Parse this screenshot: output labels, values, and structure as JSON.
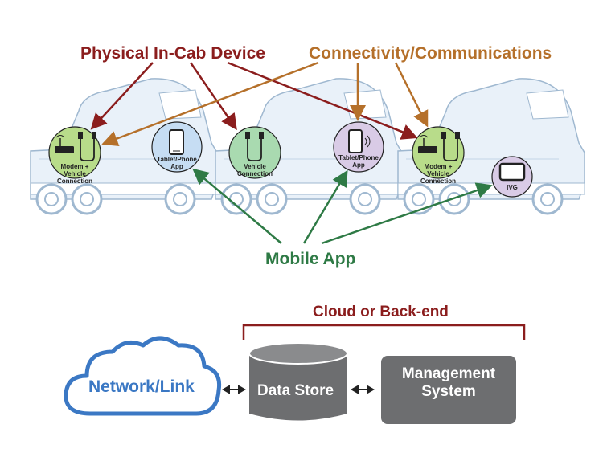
{
  "labels": {
    "physical": "Physical In-Cab Device",
    "connectivity": "Connectivity/Communications",
    "mobile_app": "Mobile App",
    "cloud": "Cloud or Back-end",
    "network": "Network/Link",
    "data_store": "Data Store",
    "management": "Management System"
  },
  "bubbles": {
    "modem_1": "Modem + Vehicle Connection",
    "tablet_1": "Tablet/Phone App",
    "vehicle": "Vehicle Connection",
    "tablet_2": "Tablet/Phone App",
    "modem_2": "Modem + Vehicle Connection",
    "ivg": "IVG"
  },
  "icons": [
    "modem-icon",
    "usb-cable-icon",
    "phone-icon",
    "wireless-phone-icon",
    "tablet-icon",
    "cloud-icon",
    "database-icon",
    "double-arrow-icon"
  ],
  "colors": {
    "physical": "#8b1d1d",
    "connectivity": "#b5702a",
    "mobile_app": "#2e7a45",
    "network": "#3b78c4",
    "green_bubble": "#b8dc8a",
    "mint_bubble": "#a9dab0",
    "blue_bubble": "#c6ddf3",
    "lavender_bubble": "#d9cbe6",
    "truck": "#e9f1f9",
    "gray_block": "#6d6e70"
  }
}
